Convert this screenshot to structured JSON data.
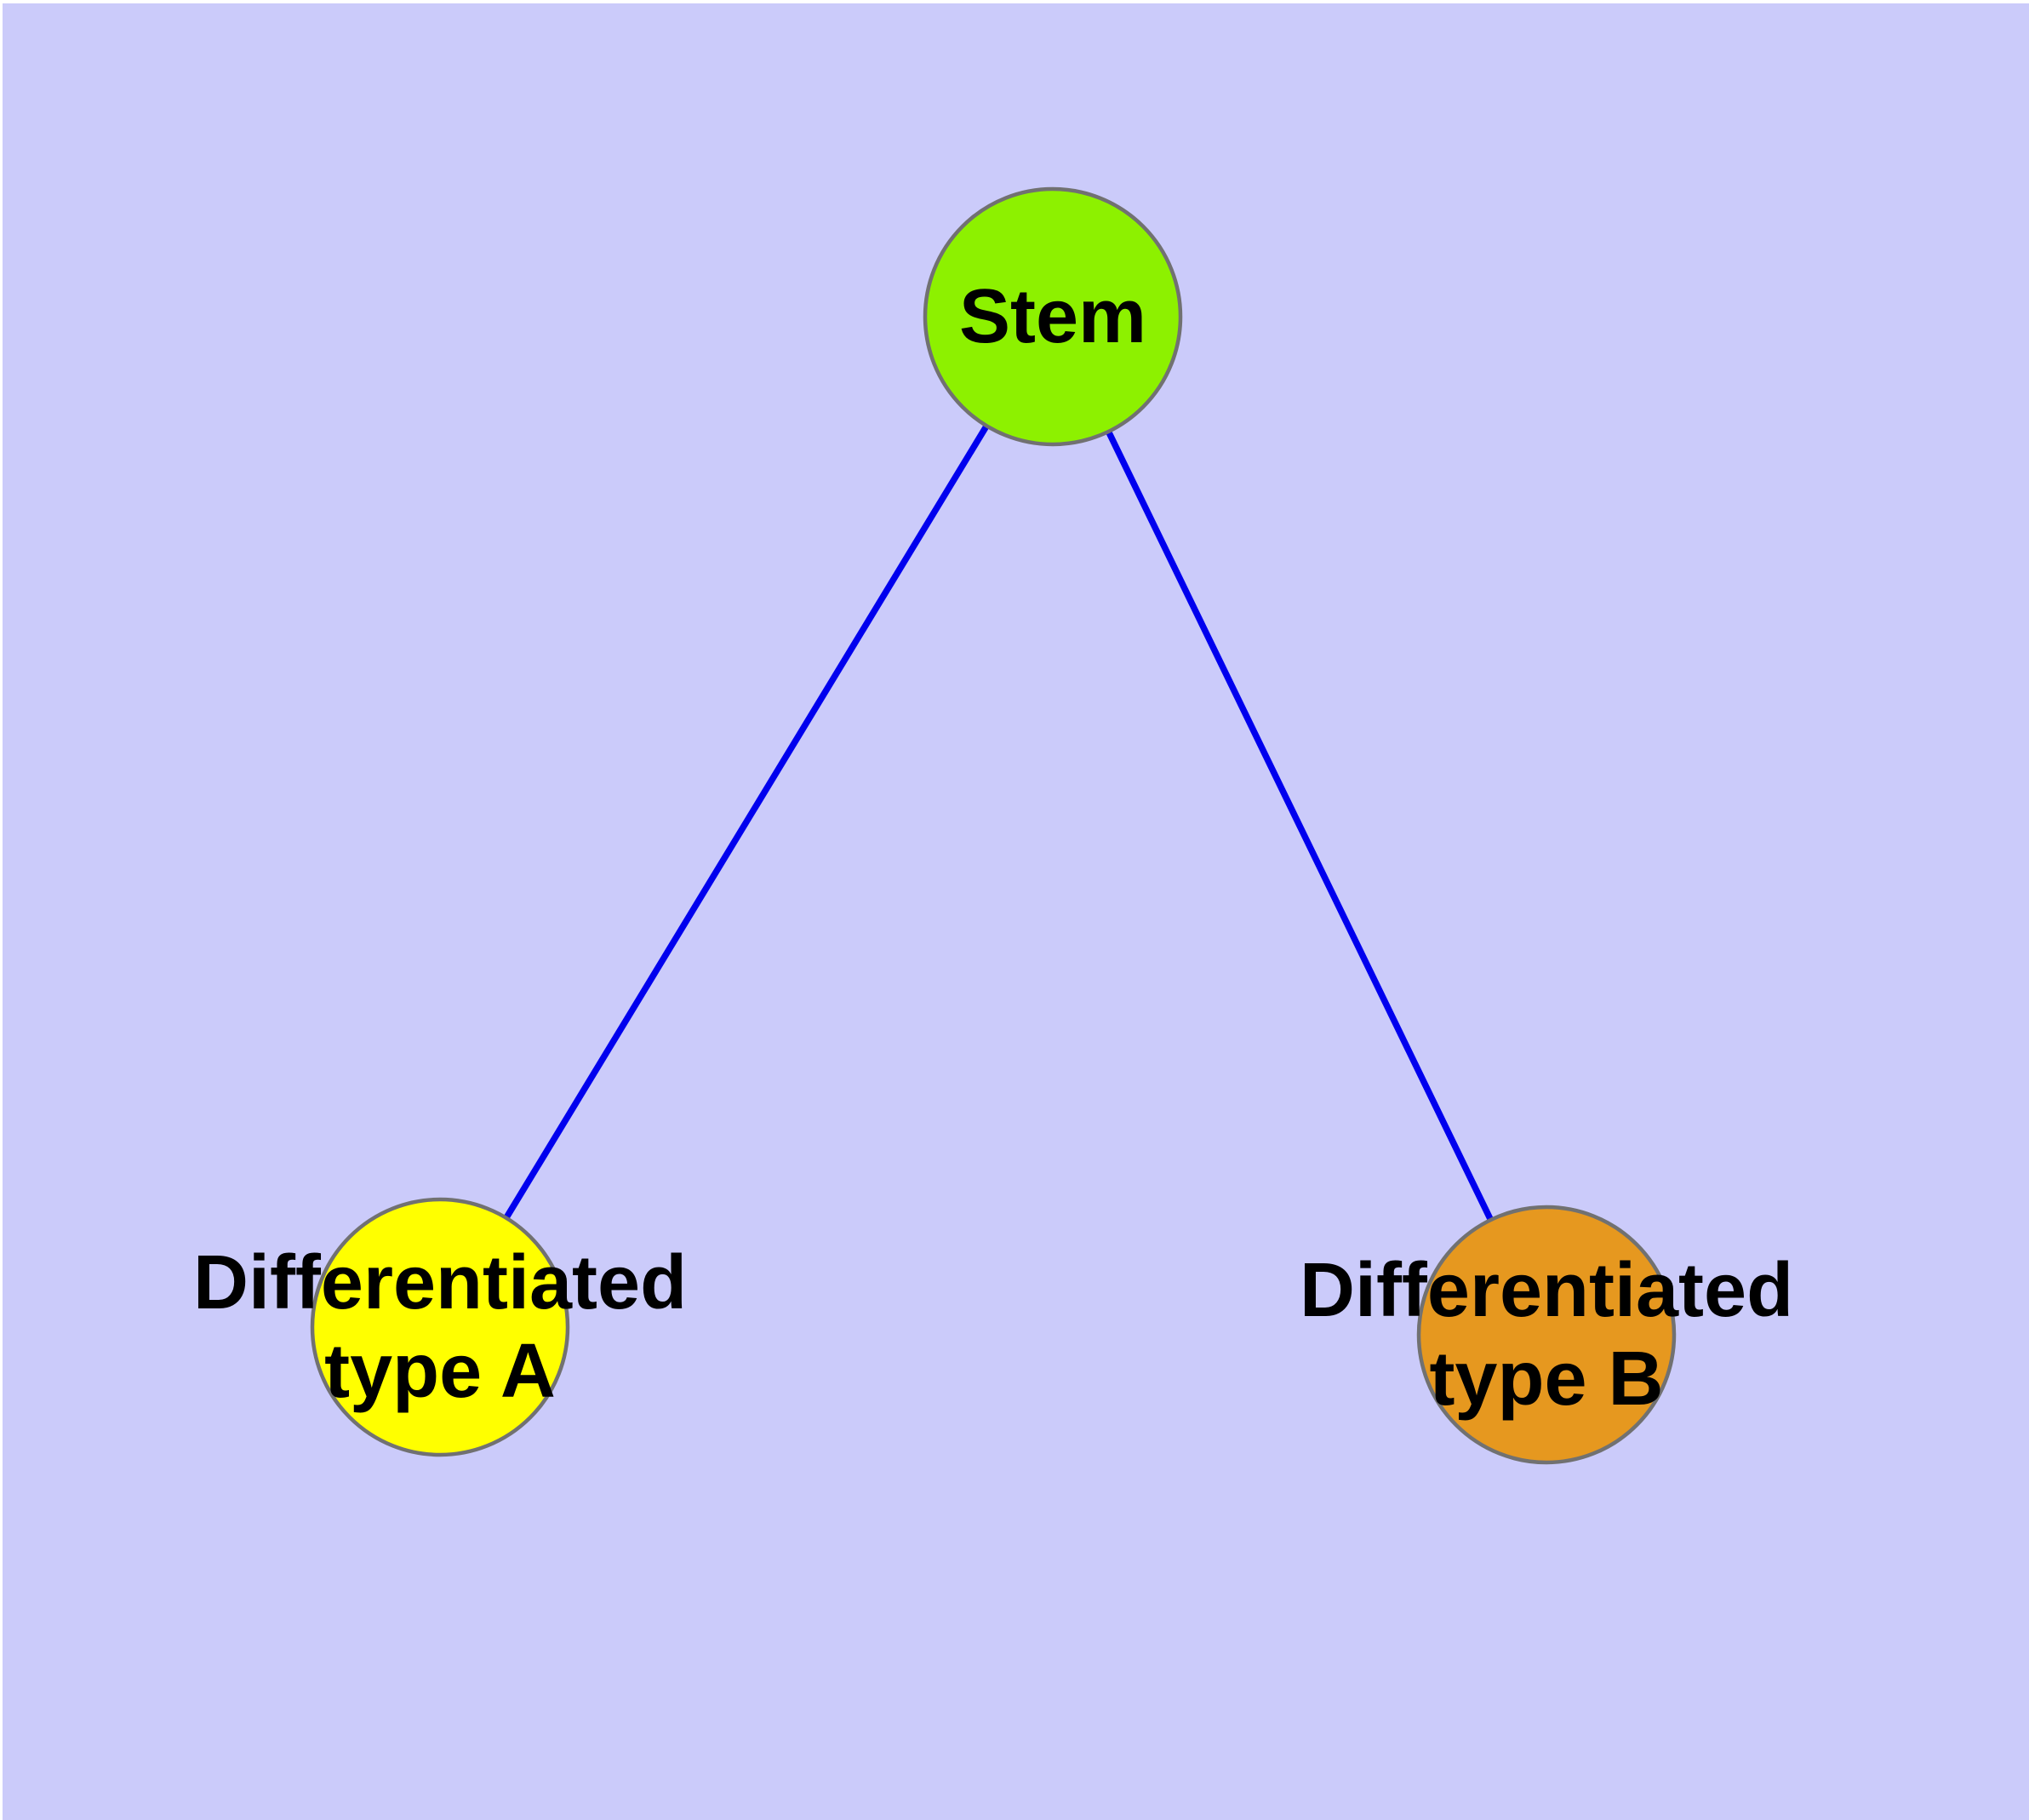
{
  "diagram": {
    "type": "node-link-graph",
    "description": "Stem cell differentiation graph",
    "frame_color": "#ffffff",
    "background_color": "#cbcbfa",
    "edge_color": "#0000ee",
    "node_border_color": "#717171",
    "label_color": "#000000",
    "nodes": {
      "stem": {
        "label": "Stem",
        "fill": "#8df100"
      },
      "type_a": {
        "label": "Differentiated\ntype A",
        "fill": "#ffff00"
      },
      "type_b": {
        "label": "Differentiated\ntype B",
        "fill": "#e6981f"
      }
    },
    "edges": [
      {
        "from": "Stem",
        "to": "Differentiated type A"
      },
      {
        "from": "Stem",
        "to": "Differentiated type B"
      }
    ]
  }
}
